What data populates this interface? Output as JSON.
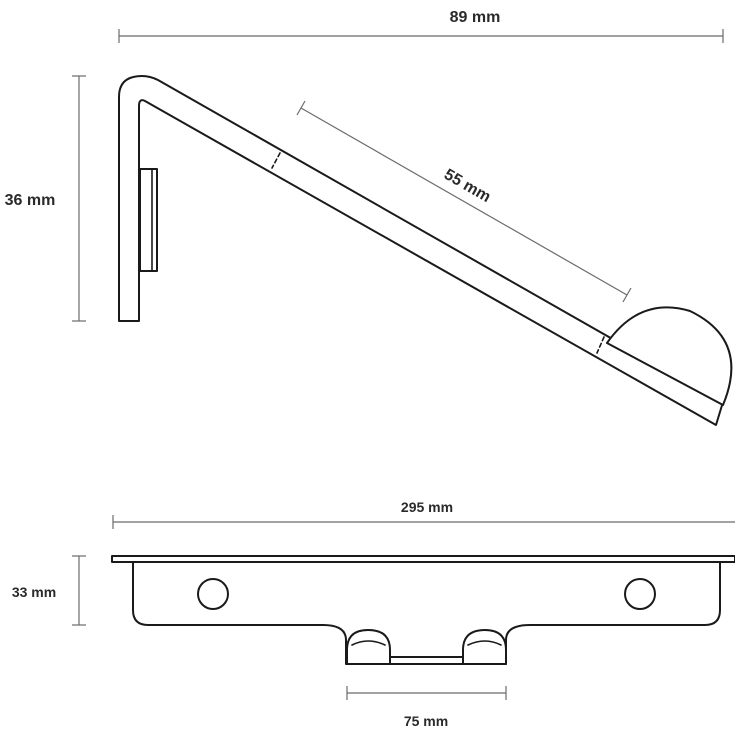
{
  "dimensions": {
    "side_width": "89 mm",
    "side_height": "36 mm",
    "arm_length": "55 mm",
    "total_length": "295 mm",
    "base_height": "33 mm",
    "center_spacing": "75 mm"
  },
  "colors": {
    "outline": "#1a1a1a",
    "dimension": "#6b6b6b",
    "text": "#2a2a2a",
    "background": "#ffffff"
  }
}
